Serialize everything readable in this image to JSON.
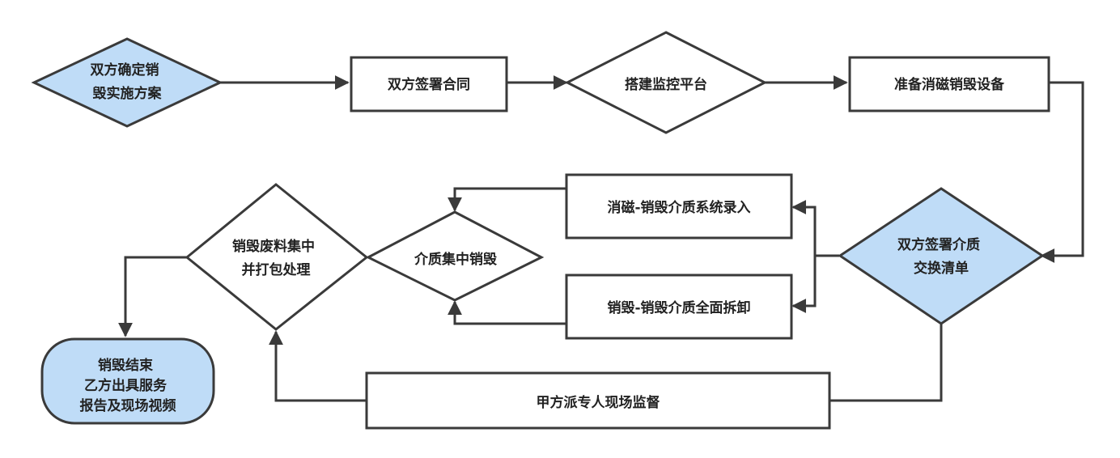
{
  "colors": {
    "highlight": "#bfdcf7",
    "plain": "#ffffff",
    "stroke": "#3a3a3a",
    "text": "#222222"
  },
  "nodes": {
    "decide_plan": {
      "lines": [
        "双方确定销",
        "毁实施方案"
      ]
    },
    "sign_contract": {
      "lines": [
        "双方签署合同"
      ]
    },
    "build_platform": {
      "lines": [
        "搭建监控平台"
      ]
    },
    "prepare_equipment": {
      "lines": [
        "准备消磁销毁设备"
      ]
    },
    "sign_exchange_list": {
      "lines": [
        "双方签署介质",
        "交换清单"
      ]
    },
    "degauss_entry": {
      "lines": [
        "消磁-销毁介质系统录入"
      ]
    },
    "dismantle": {
      "lines": [
        "销毁-销毁介质全面拆卸"
      ]
    },
    "centralized_destroy": {
      "lines": [
        "介质集中销毁"
      ]
    },
    "waste_packing": {
      "lines": [
        "销毁废料集中",
        "并打包处理"
      ]
    },
    "supervision": {
      "lines": [
        "甲方派专人现场监督"
      ]
    },
    "finish": {
      "lines": [
        "销毁结束",
        "乙方出具服务",
        "报告及现场视频"
      ]
    }
  }
}
